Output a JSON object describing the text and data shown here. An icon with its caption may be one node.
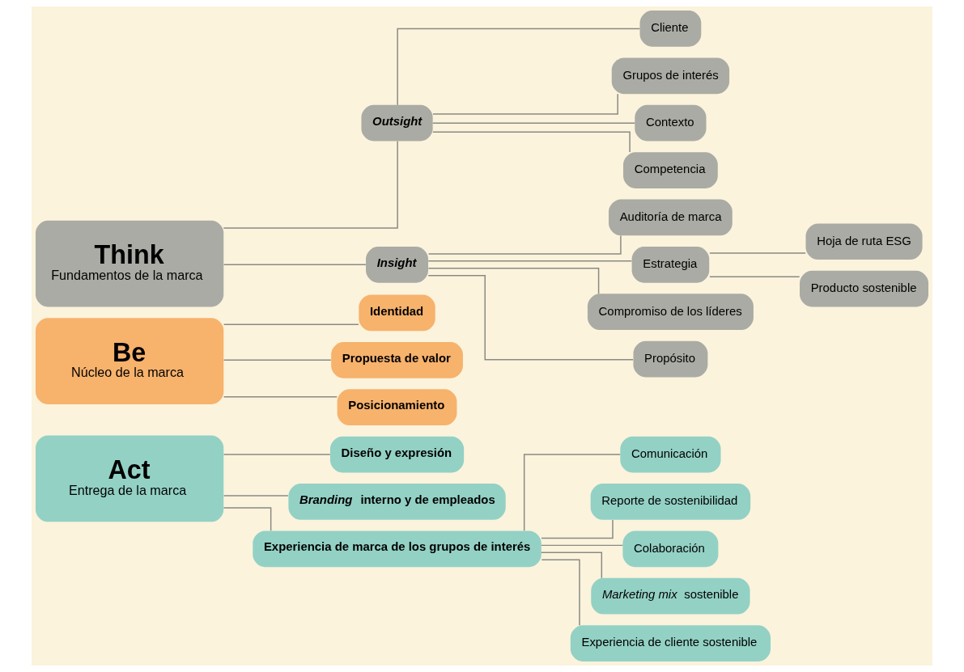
{
  "diagram": {
    "nodes": [
      {
        "text": [
          "Think",
          "Fundamentos de la marca"
        ]
      },
      {
        "text": [
          "Outsight"
        ]
      },
      {
        "text": [
          "Cliente"
        ]
      },
      {
        "text": [
          "Grupos de interés"
        ]
      },
      {
        "text": [
          "Contexto"
        ]
      },
      {
        "text": [
          "Competencia"
        ]
      },
      {
        "text": [
          "Insight"
        ]
      },
      {
        "text": [
          "Auditoría de marca"
        ]
      },
      {
        "text": [
          "Estrategia"
        ]
      },
      {
        "text": [
          "Hoja de ruta ESG"
        ]
      },
      {
        "text": [
          "Producto sostenible"
        ]
      },
      {
        "text": [
          "Compromiso de los líderes"
        ]
      },
      {
        "text": [
          "Propósito"
        ]
      },
      {
        "text": [
          "Be",
          "Núcleo de la marca"
        ]
      },
      {
        "text": [
          "Identidad"
        ]
      },
      {
        "text": [
          "Propuesta de valor"
        ]
      },
      {
        "text": [
          "Posicionamiento"
        ]
      },
      {
        "text": [
          "Act",
          "Entrega de la marca"
        ]
      },
      {
        "text": [
          "Diseño y expresión"
        ]
      },
      {
        "text": [
          "*Branding* interno y de empleados"
        ]
      },
      {
        "text": [
          "Experiencia de marca de los grupos de interés"
        ]
      },
      {
        "text": [
          "Comunicación"
        ]
      },
      {
        "text": [
          "Reporte de sostenibilidad"
        ]
      },
      {
        "text": [
          "Colaboración"
        ]
      },
      {
        "text": [
          "*Marketing mix* sostenible"
        ]
      },
      {
        "text": [
          "Experiencia de cliente sostenible"
        ]
      }
    ],
    "edges": [
      {
        "from": 0,
        "to": 1,
        "arrow": "none"
      },
      {
        "from": 1,
        "to": 2,
        "arrow": "none"
      },
      {
        "from": 1,
        "to": 3,
        "arrow": "none"
      },
      {
        "from": 1,
        "to": 4,
        "arrow": "none"
      },
      {
        "from": 1,
        "to": 5,
        "arrow": "none"
      },
      {
        "from": 0,
        "to": 6,
        "arrow": "none"
      },
      {
        "from": 6,
        "to": 7,
        "arrow": "none"
      },
      {
        "from": 6,
        "to": 8,
        "arrow": "none"
      },
      {
        "from": 8,
        "to": 9,
        "arrow": "none"
      },
      {
        "from": 8,
        "to": 10,
        "arrow": "none"
      },
      {
        "from": 6,
        "to": 11,
        "arrow": "none"
      },
      {
        "from": 6,
        "to": 12,
        "arrow": "none"
      },
      {
        "from": 13,
        "to": 14,
        "arrow": "none"
      },
      {
        "from": 13,
        "to": 15,
        "arrow": "none"
      },
      {
        "from": 13,
        "to": 16,
        "arrow": "none"
      },
      {
        "from": 17,
        "to": 18,
        "arrow": "none"
      },
      {
        "from": 17,
        "to": 19,
        "arrow": "none"
      },
      {
        "from": 17,
        "to": 20,
        "arrow": "none"
      },
      {
        "from": 20,
        "to": 21,
        "arrow": "none"
      },
      {
        "from": 20,
        "to": 22,
        "arrow": "none"
      },
      {
        "from": 20,
        "to": 23,
        "arrow": "none"
      },
      {
        "from": 20,
        "to": 24,
        "arrow": "none"
      },
      {
        "from": 20,
        "to": 25,
        "arrow": "none"
      }
    ]
  }
}
